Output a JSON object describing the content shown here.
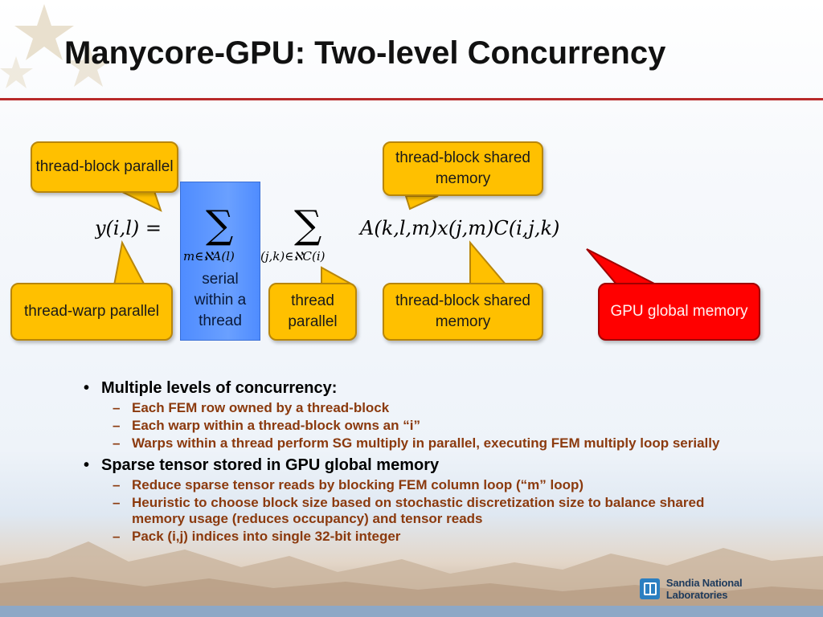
{
  "title": "Manycore-GPU:  Two-level Concurrency",
  "callouts": {
    "tb_parallel": "thread-block parallel",
    "tb_shared_top": "thread-block shared memory",
    "warp_parallel": "thread-warp parallel",
    "serial": "serial within a thread",
    "thread_parallel": "thread parallel",
    "tb_shared_bottom": "thread-block shared memory",
    "gpu_global": "GPU global memory"
  },
  "equation": {
    "lhs": "y(i,l) =",
    "sum1_sub": "m∈ℵA(l)",
    "sum2_sub": "(j,k)∈ℵC(i)",
    "rhs": "A(k,l,m)x(j,m)C(i,j,k)"
  },
  "bullets": [
    {
      "text": "Multiple levels of concurrency:",
      "sub": [
        "Each FEM row owned by a thread-block",
        "Each warp within a thread-block owns an “i”",
        "Warps within a thread perform SG multiply in parallel, executing FEM multiply loop serially"
      ]
    },
    {
      "text": "Sparse tensor stored in GPU global memory",
      "sub": [
        "Reduce sparse tensor reads by blocking FEM column loop (“m” loop)",
        "Heuristic to choose block size based on stochastic discretization size to balance shared memory usage (reduces occupancy) and tensor reads",
        "Pack (i,j) indices into single 32-bit integer"
      ]
    }
  ],
  "markers": {
    "l1": "•",
    "l2": "–"
  },
  "logo_text": "Sandia National Laboratories",
  "colors": {
    "callout_yellow": "#ffc000",
    "callout_red": "#ff0000",
    "serial_blue": "#5b95ff",
    "sub_bullet_text": "#8b3a0e"
  }
}
